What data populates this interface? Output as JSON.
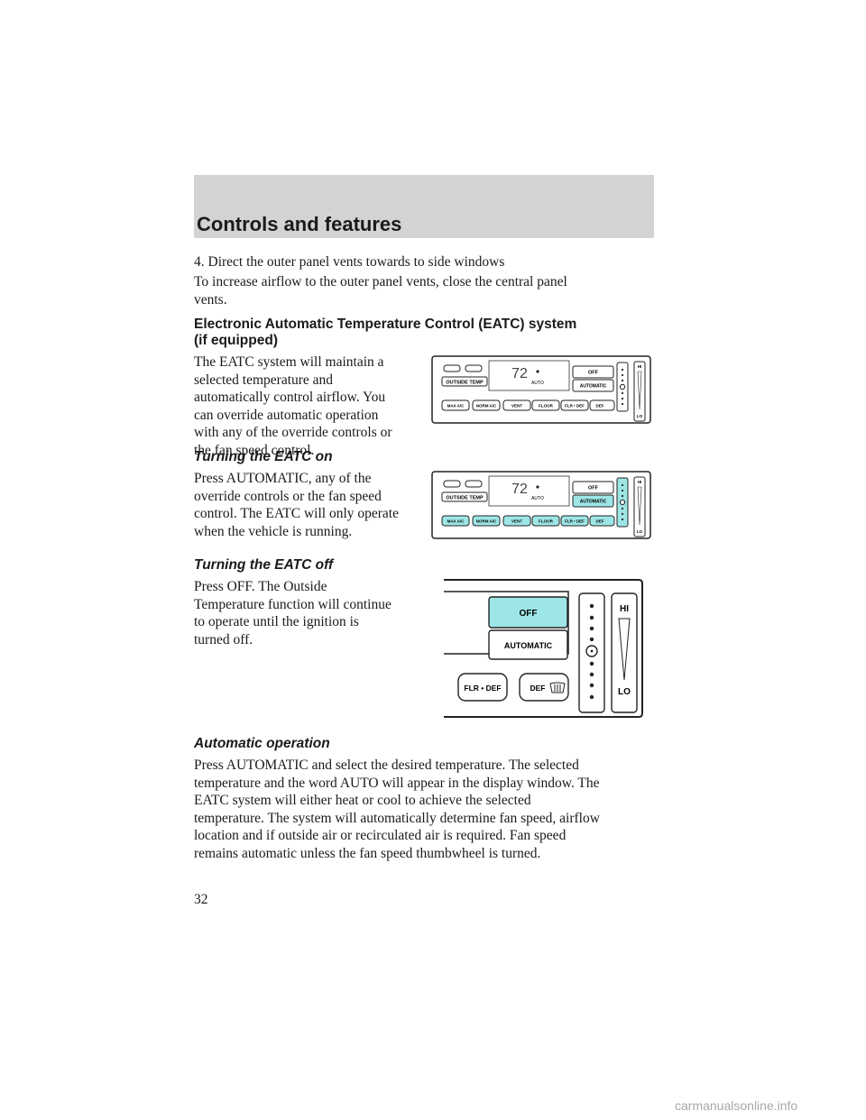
{
  "header": {
    "title": "Controls and features"
  },
  "intro": {
    "step4": "4. Direct the outer panel vents towards to side windows",
    "tip_lines": [
      "To increase airflow to the outer panel vents, close the central panel",
      "vents."
    ]
  },
  "eatc_section": {
    "heading_lines": [
      "Electronic Automatic Temperature Control (EATC) system",
      "(if equipped)"
    ],
    "body_lines": [
      "The EATC system will maintain a",
      "selected temperature and",
      "automatically control airflow. You",
      "can override automatic operation",
      "with any of the override controls or",
      "the fan speed control."
    ]
  },
  "turning_on": {
    "heading": "Turning the EATC on",
    "body_lines": [
      "Press AUTOMATIC, any of the",
      "override controls or the fan speed",
      "control. The EATC will only operate",
      "when the vehicle is running."
    ]
  },
  "turning_off": {
    "heading": "Turning the EATC off",
    "body_lines": [
      "Press OFF. The Outside",
      "Temperature function will continue",
      "to operate until the ignition is",
      "turned off."
    ]
  },
  "automatic_operation": {
    "heading": "Automatic operation",
    "body_lines": [
      "Press AUTOMATIC and select the desired temperature. The selected",
      "temperature and the word AUTO will appear in the display window. The",
      "EATC system will either heat or cool to achieve the selected",
      "temperature. The system will automatically determine fan speed, airflow",
      "location and if outside air or recirculated air is required. Fan speed",
      "remains automatic unless the fan speed thumbwheel is turned."
    ]
  },
  "page_number": "32",
  "watermark": "carmanualsonline.info",
  "panel": {
    "display_temp": "72",
    "display_auto": "AUTO",
    "outside_temp": "OUTSIDE TEMP",
    "off": "OFF",
    "automatic": "AUTOMATIC",
    "max_ac": "MAX A/C",
    "norm_ac": "NORM A/C",
    "vent": "VENT",
    "floor": "FLOOR",
    "flr_def": "FLR • DEF",
    "def": "DEF",
    "hi": "HI",
    "lo": "LO",
    "highlight_color": "#9ee6e6"
  }
}
